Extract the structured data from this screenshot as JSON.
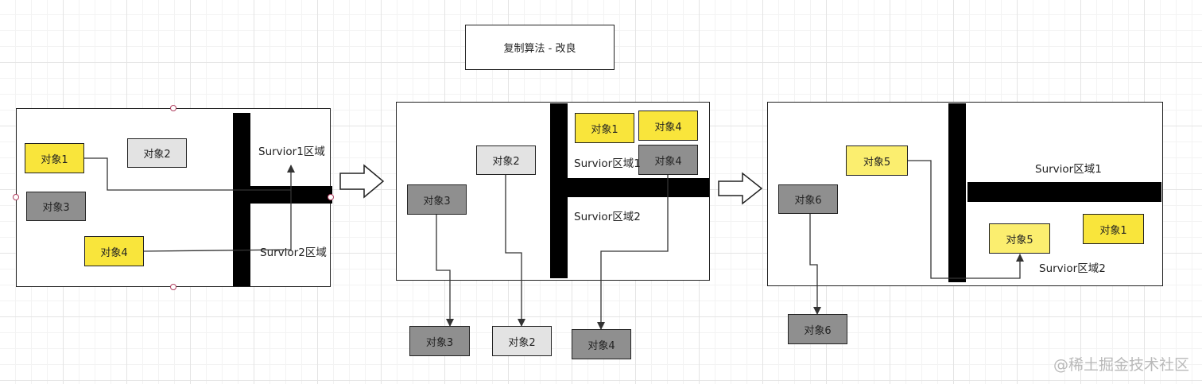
{
  "title": "复制算法 - 改良",
  "panels": [
    {
      "objects": [
        {
          "label": "对象1",
          "fill": "yellow"
        },
        {
          "label": "对象2",
          "fill": "light-gray"
        },
        {
          "label": "对象3",
          "fill": "gray"
        },
        {
          "label": "对象4",
          "fill": "yellow"
        }
      ],
      "region_labels": [
        "Survior1区域",
        "Survior2区域"
      ]
    },
    {
      "inside_objects": [
        {
          "label": "对象2",
          "fill": "light-gray"
        },
        {
          "label": "对象3",
          "fill": "gray"
        },
        {
          "label": "对象1",
          "fill": "yellow"
        },
        {
          "label": "对象4",
          "fill": "yellow"
        },
        {
          "label": "对象4",
          "fill": "gray"
        }
      ],
      "region_labels": [
        "Survior区域1",
        "Survior区域2"
      ],
      "outside_objects": [
        {
          "label": "对象3",
          "fill": "gray"
        },
        {
          "label": "对象2",
          "fill": "light-gray"
        },
        {
          "label": "对象4",
          "fill": "gray"
        }
      ]
    },
    {
      "inside_objects": [
        {
          "label": "对象5",
          "fill": "light-yellow"
        },
        {
          "label": "对象6",
          "fill": "gray"
        },
        {
          "label": "对象5",
          "fill": "light-yellow"
        },
        {
          "label": "对象1",
          "fill": "yellow"
        }
      ],
      "region_labels": [
        "Survior区域1",
        "Survior区域2"
      ],
      "outside_objects": [
        {
          "label": "对象6",
          "fill": "gray"
        }
      ]
    }
  ],
  "watermark": "@稀土掘金技术社区",
  "colors": {
    "yellow": "#f9e53b",
    "light_yellow": "#fbee6f",
    "gray": "#8f8f8f",
    "light_gray": "#e3e3e3",
    "bar": "#000000",
    "line": "#333333"
  }
}
